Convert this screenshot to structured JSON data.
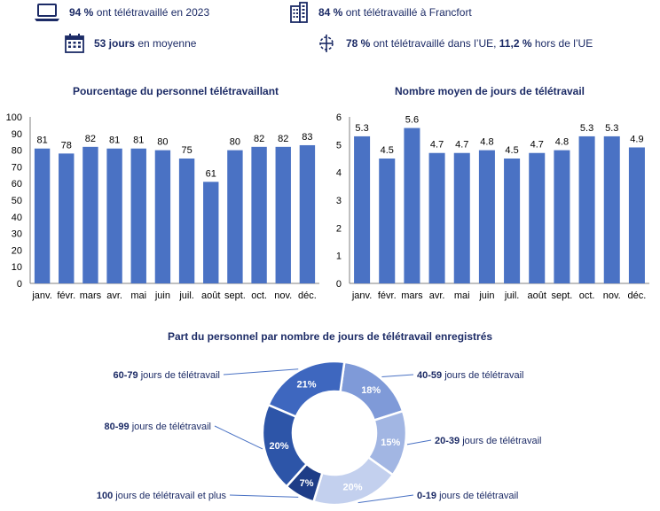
{
  "stats": {
    "s1": {
      "value": "94 %",
      "text": "ont télétravaillé en 2023"
    },
    "s2": {
      "value": "84 %",
      "text": "ont télétravaillé à Francfort"
    },
    "s3": {
      "value": "53 jours",
      "text": "en moyenne"
    },
    "s4": {
      "value": "78 %",
      "text1": "ont télétravaillé dans l’UE,",
      "value2": "11,2 %",
      "text2": "hors de l’UE"
    }
  },
  "colors": {
    "bar": "#4a72c4",
    "navy": "#1c2b66"
  },
  "chart_data": [
    {
      "type": "bar",
      "title": "Pourcentage du personnel télétravaillant",
      "categories": [
        "janv.",
        "févr.",
        "mars",
        "avr.",
        "mai",
        "juin",
        "juil.",
        "août",
        "sept.",
        "oct.",
        "nov.",
        "déc."
      ],
      "values": [
        81,
        78,
        82,
        81,
        81,
        80,
        75,
        61,
        80,
        82,
        82,
        83
      ],
      "ylim": [
        0,
        100
      ],
      "yticks": [
        0,
        10,
        20,
        30,
        40,
        50,
        60,
        70,
        80,
        90,
        100
      ],
      "grid": false
    },
    {
      "type": "bar",
      "title": "Nombre moyen de jours de télétravail",
      "categories": [
        "janv.",
        "févr.",
        "mars",
        "avr.",
        "mai",
        "juin",
        "juil.",
        "août",
        "sept.",
        "oct.",
        "nov.",
        "déc."
      ],
      "values": [
        5.3,
        4.5,
        5.6,
        4.7,
        4.7,
        4.8,
        4.5,
        4.7,
        4.8,
        5.3,
        5.3,
        4.9
      ],
      "ylim": [
        0,
        6
      ],
      "yticks": [
        0,
        1,
        2,
        3,
        4,
        5,
        6
      ],
      "grid": false
    },
    {
      "type": "pie",
      "title": "Part du personnel par nombre de jours de télétravail enregistrés",
      "slices": [
        {
          "label": "40-59 jours de télétravail",
          "value": 18,
          "text": "18%",
          "color": "#7f9ad8"
        },
        {
          "label": "20-39 jours de télétravail",
          "value": 15,
          "text": "15%",
          "color": "#a2b6e3"
        },
        {
          "label": "0-19 jours de télétravail",
          "value": 20,
          "text": "20%",
          "color": "#c3d0ee"
        },
        {
          "label": "100 jours de télétravail et plus",
          "value": 7,
          "text": "7%",
          "color": "#1e3d87"
        },
        {
          "label": "80-99 jours de télétravail",
          "value": 20,
          "text": "20%",
          "color": "#2d55a8"
        },
        {
          "label": "60-79 jours de télétravail",
          "value": 21,
          "text": "21%",
          "color": "#3e67bf"
        }
      ]
    }
  ]
}
